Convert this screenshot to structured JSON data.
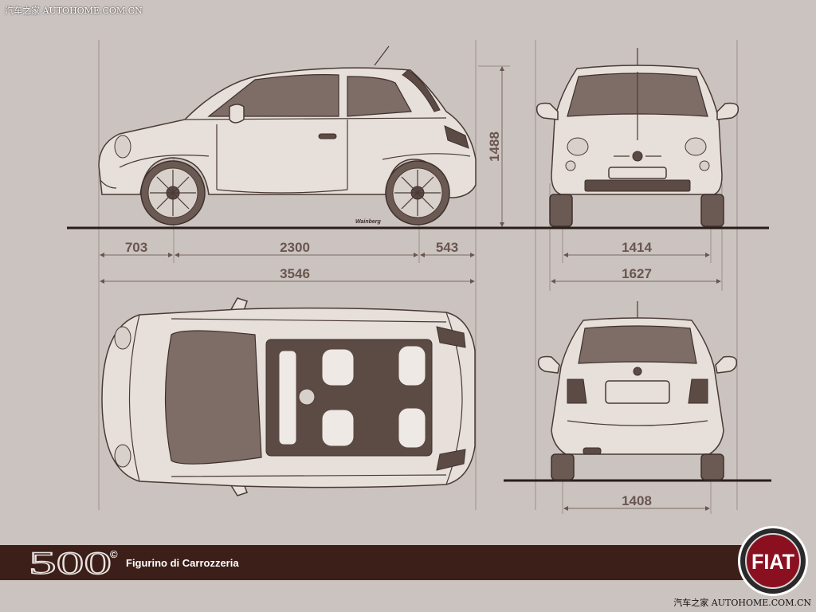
{
  "watermark": {
    "top": "汽车之家 AUTOHOME.COM.CN",
    "bottom": "汽车之家 AUTOHOME.COM.CN"
  },
  "dimensions": {
    "front_overhang": "703",
    "wheelbase": "2300",
    "rear_overhang": "543",
    "length": "3546",
    "height": "1488",
    "front_track": "1414",
    "width": "1627",
    "rear_track": "1408"
  },
  "banner": {
    "model_logo": "500",
    "copyright_mark": "©",
    "caption": "Figurino di Carrozzeria"
  },
  "brand_logo": "FIAT",
  "signature": "Wainberg",
  "colors": {
    "background": "#cbc3bf",
    "banner": "#3d1f1a",
    "dimension_text": "#6a5650",
    "car_body": "#e6dfda"
  }
}
